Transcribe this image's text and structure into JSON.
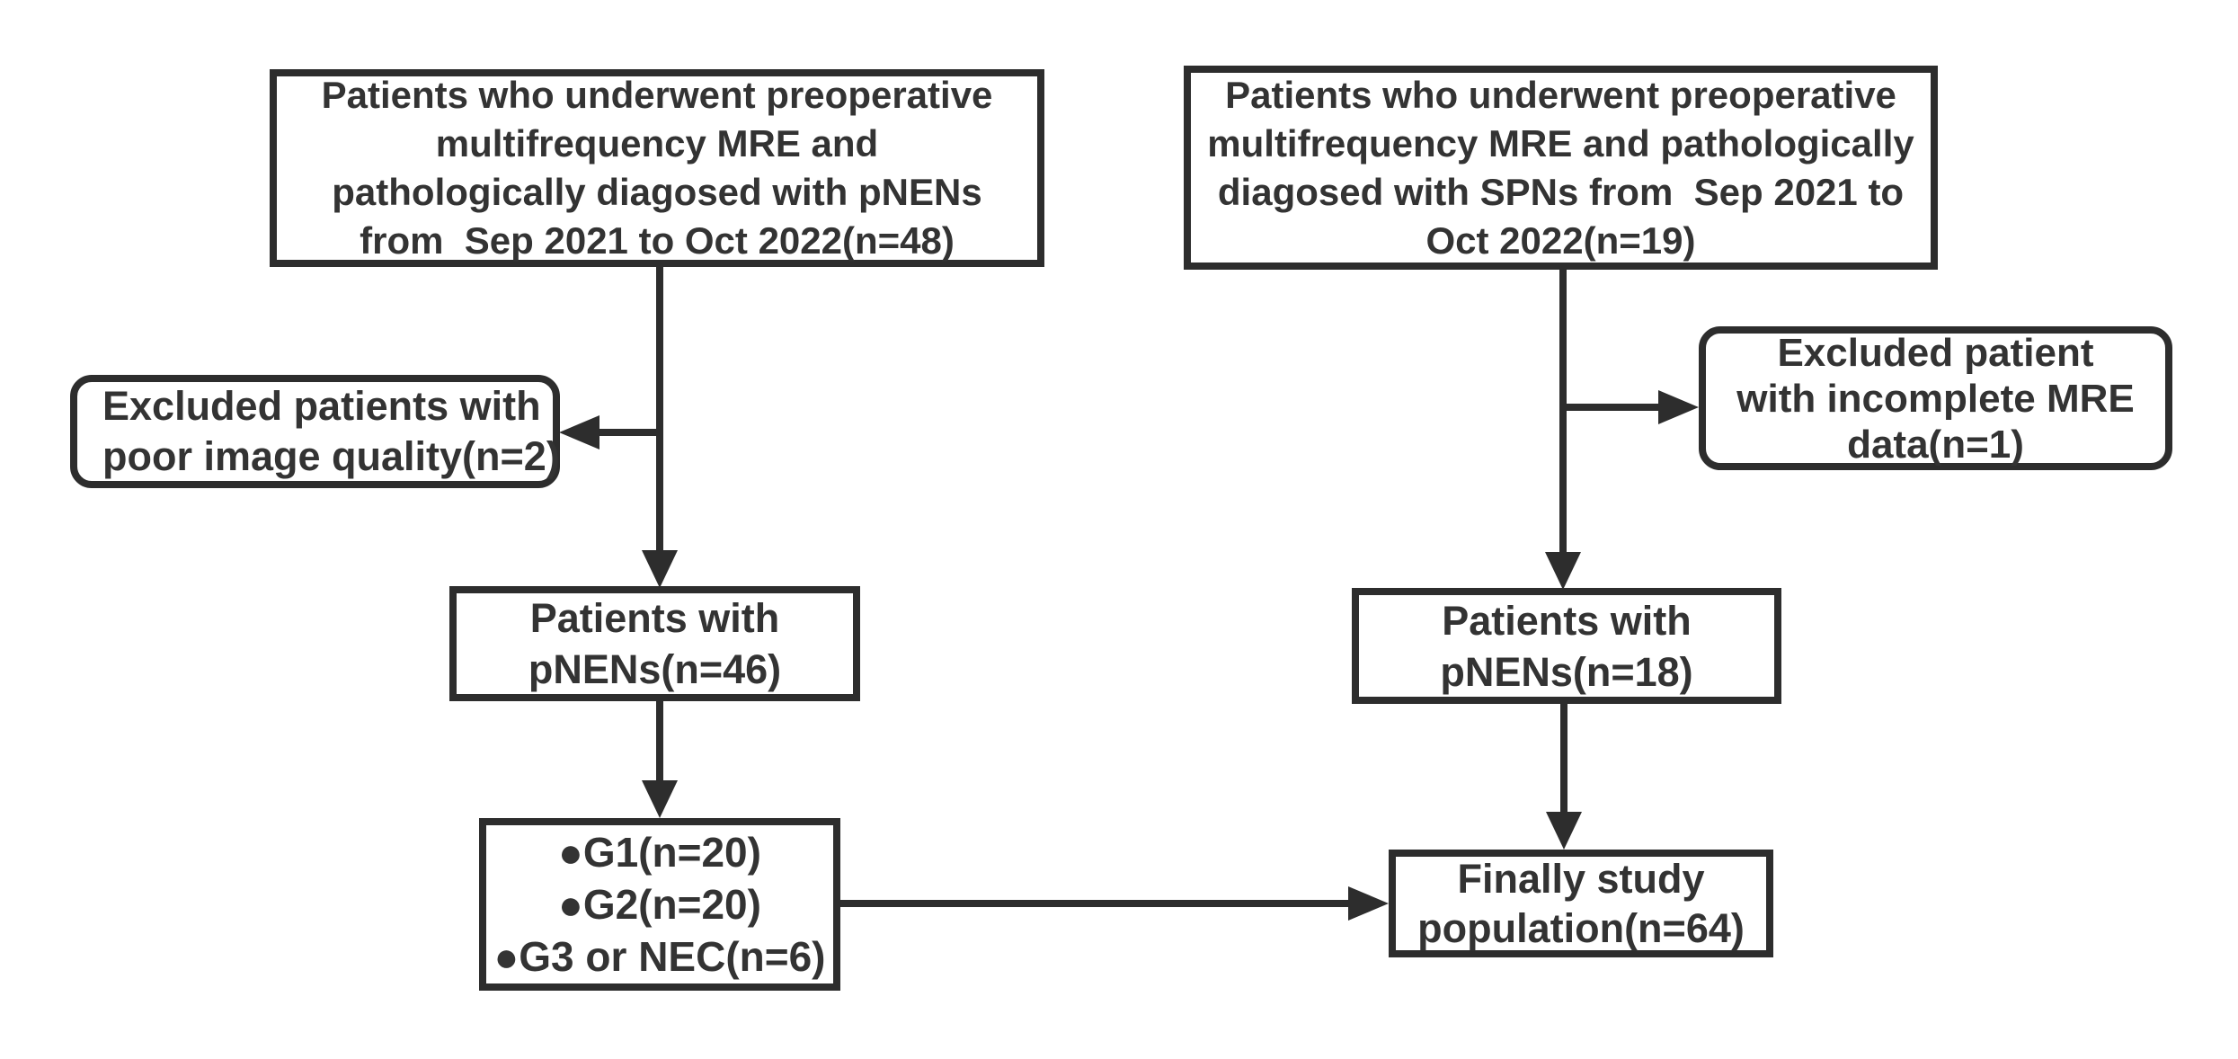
{
  "diagram": {
    "colors": {
      "stroke": "#2d2d2d",
      "text": "#333333",
      "background": "#ffffff"
    },
    "boxes": {
      "top_left": {
        "lines": [
          "Patients who underwent preoperative",
          "multifrequency MRE and",
          "pathologically diagosed with pNENs",
          "from  Sep 2021 to Oct 2022(n=48)"
        ]
      },
      "top_right": {
        "lines": [
          "Patients who underwent preoperative",
          "multifrequency MRE and pathologically",
          "diagosed with SPNs from  Sep 2021 to",
          "Oct 2022(n=19)"
        ]
      },
      "excluded_left": {
        "lines": [
          "Excluded patients with",
          "poor image quality(n=2)"
        ]
      },
      "excluded_right": {
        "lines": [
          "Excluded patient",
          "with incomplete MRE",
          "data(n=1)"
        ]
      },
      "mid_left": {
        "lines": [
          "Patients with",
          "pNENs(n=46)"
        ]
      },
      "mid_right": {
        "lines": [
          "Patients with",
          "pNENs(n=18)"
        ]
      },
      "grades": {
        "lines": [
          "●G1(n=20)",
          "●G2(n=20)",
          "●G3 or NEC(n=6)"
        ]
      },
      "final": {
        "lines": [
          "Finally study",
          "population(n=64)"
        ]
      }
    }
  }
}
